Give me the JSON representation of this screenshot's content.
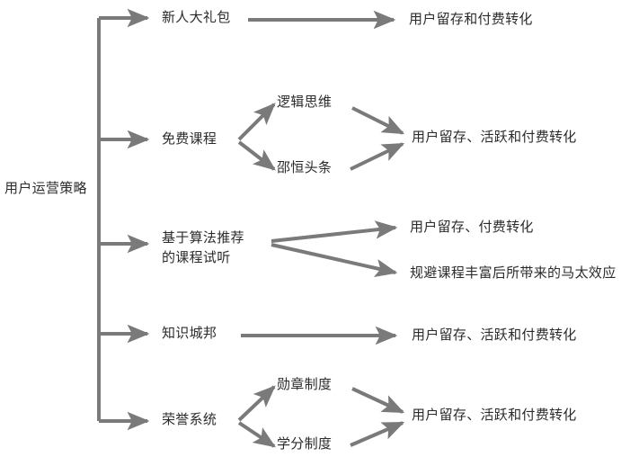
{
  "diagram": {
    "title": "用户运营策略",
    "root": {
      "label": "用户运营策略"
    },
    "strategies": [
      {
        "id": "newcomer-gift",
        "label": "新人大礼包",
        "children": [],
        "outcomes": [
          "用户留存和付费转化"
        ]
      },
      {
        "id": "free-course",
        "label": "免费课程",
        "children": [
          "逻辑思维",
          "邵恒头条"
        ],
        "outcomes": [
          "用户留存、活跃和付费转化"
        ]
      },
      {
        "id": "algorithm-recommend-trial",
        "label": "基于算法推荐\n的课程试听",
        "children": [],
        "outcomes": [
          "用户留存、付费转化",
          "规避课程丰富后所带来的马太效应"
        ]
      },
      {
        "id": "knowledge-city",
        "label": "知识城邦",
        "children": [],
        "outcomes": [
          "用户留存、活跃和付费转化"
        ]
      },
      {
        "id": "honor-system",
        "label": "荣誉系统",
        "children": [
          "勋章制度",
          "学分制度"
        ],
        "outcomes": [
          "用户留存、活跃和付费转化"
        ]
      }
    ],
    "nodes": {
      "root": "用户运营策略",
      "n1": "新人大礼包",
      "n1_out": "用户留存和付费转化",
      "n2": "免费课程",
      "n2_c1": "逻辑思维",
      "n2_c2": "邵恒头条",
      "n2_out": "用户留存、活跃和付费转化",
      "n3": "基于算法推荐",
      "n3b": "的课程试听",
      "n3_out1": "用户留存、付费转化",
      "n3_out2": "规避课程丰富后所带来的马太效应",
      "n4": "知识城邦",
      "n4_out": "用户留存、活跃和付费转化",
      "n5": "荣誉系统",
      "n5_c1": "勋章制度",
      "n5_c2": "学分制度",
      "n5_out": "用户留存、活跃和付费转化"
    },
    "colors": {
      "line": "#7a7a7a",
      "text": "#2b2b2b",
      "background": "#ffffff"
    }
  }
}
